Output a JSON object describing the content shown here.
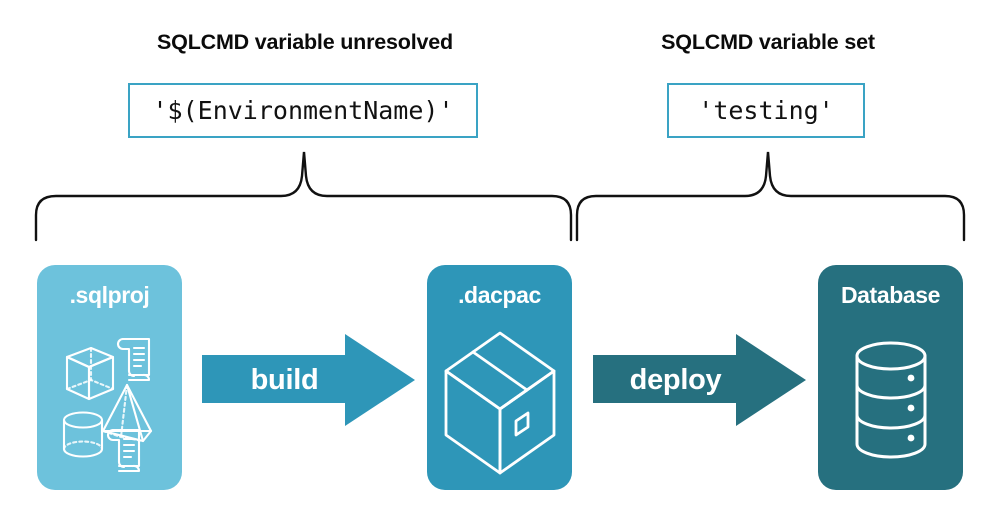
{
  "headings": {
    "left": "SQLCMD variable unresolved",
    "right": "SQLCMD variable set"
  },
  "code_boxes": {
    "left_value": "'$(EnvironmentName)'",
    "right_value": "'testing'"
  },
  "stages": [
    {
      "label": ".sqlproj",
      "icon": "project-shapes-icon",
      "color": "#6DC2DC"
    },
    {
      "label": ".dacpac",
      "icon": "package-box-icon",
      "color": "#2E96B8"
    },
    {
      "label": "Database",
      "icon": "database-cylinder-icon",
      "color": "#26707F"
    }
  ],
  "arrows": [
    {
      "label": "build",
      "color": "#2E96B8"
    },
    {
      "label": "deploy",
      "color": "#26707F"
    }
  ],
  "braces": {
    "left_label": "brace-spanning-sqlproj-to-dacpac",
    "right_label": "brace-spanning-dacpac-to-database",
    "stroke": "#111111"
  }
}
